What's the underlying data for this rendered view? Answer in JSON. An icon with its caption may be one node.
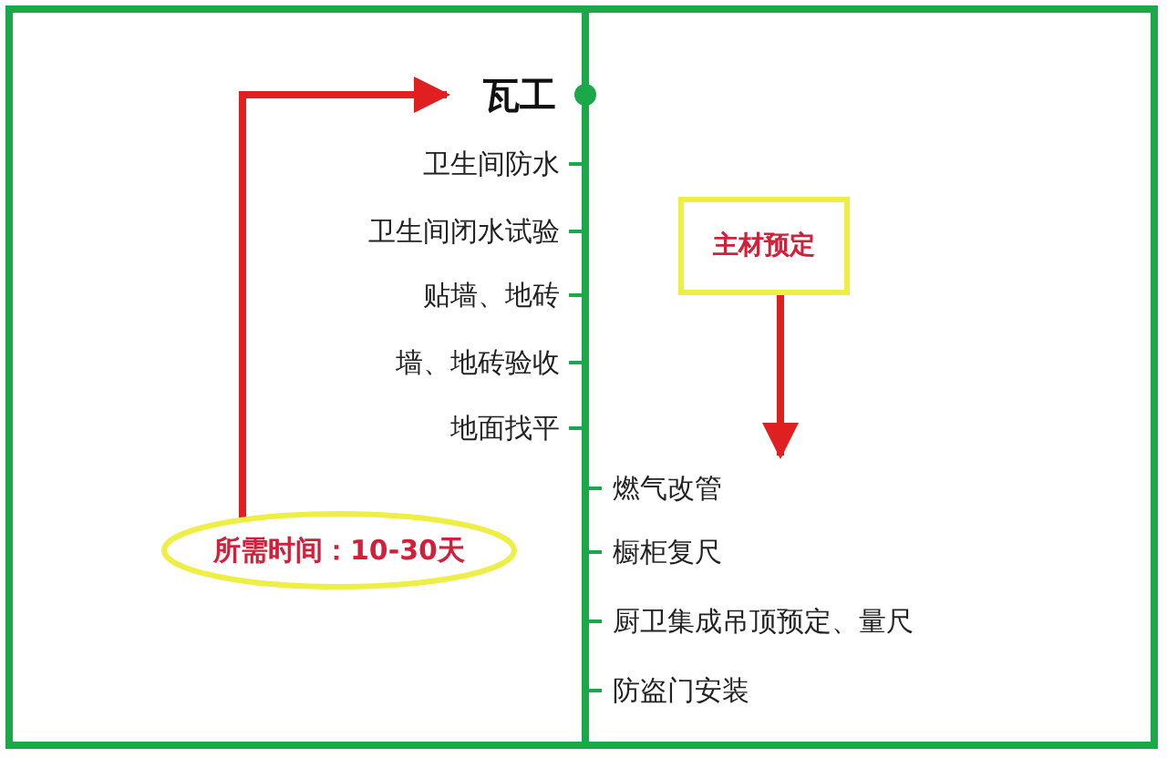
{
  "diagram": {
    "nodes": [
      {
        "text": [
          "瓦工"
        ]
      },
      {
        "text": [
          "所需时间：10-30天"
        ]
      },
      {
        "text": [
          "主材预定"
        ]
      }
    ],
    "edges": [
      {
        "from": 1,
        "to": 0,
        "arrow": "to",
        "color": "#e02020"
      },
      {
        "from": 2,
        "to": null,
        "arrow": "to",
        "color": "#e02020"
      }
    ],
    "labels": [
      "卫生间防水",
      "卫生间闭水试验",
      "贴墙、地砖",
      "墙、地砖验收",
      "地面找平",
      "燃气改管",
      "橱柜复尺",
      "厨卫集成吊顶预定、量尺",
      "防盗门安装"
    ]
  }
}
